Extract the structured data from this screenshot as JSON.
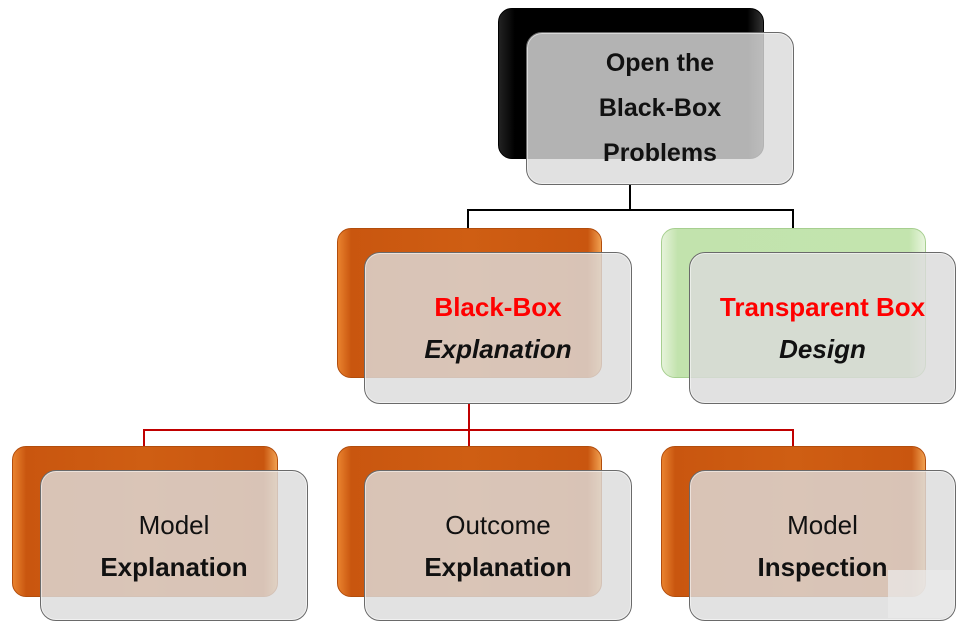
{
  "diagram": {
    "type": "hierarchy",
    "root": {
      "lines": [
        "Open the",
        "Black-Box",
        "Problems"
      ],
      "accent_color": "#000000"
    },
    "level2": [
      {
        "title": "Black-Box",
        "subtitle": "Explanation",
        "title_color": "#ff0000",
        "accent_color": "#cf5e13"
      },
      {
        "title": "Transparent Box",
        "subtitle": "Design",
        "title_color": "#ff0000",
        "accent_color": "#c3e4ae"
      }
    ],
    "level3": [
      {
        "line1": "Model",
        "line2": "Explanation",
        "accent_color": "#cf5e13"
      },
      {
        "line1": "Outcome",
        "line2": "Explanation",
        "accent_color": "#cf5e13"
      },
      {
        "line1": "Model",
        "line2": "Inspection",
        "accent_color": "#cf5e13"
      }
    ],
    "connector_colors": {
      "root_to_level2": "#000000",
      "level2_to_level3": "#c00000"
    }
  }
}
